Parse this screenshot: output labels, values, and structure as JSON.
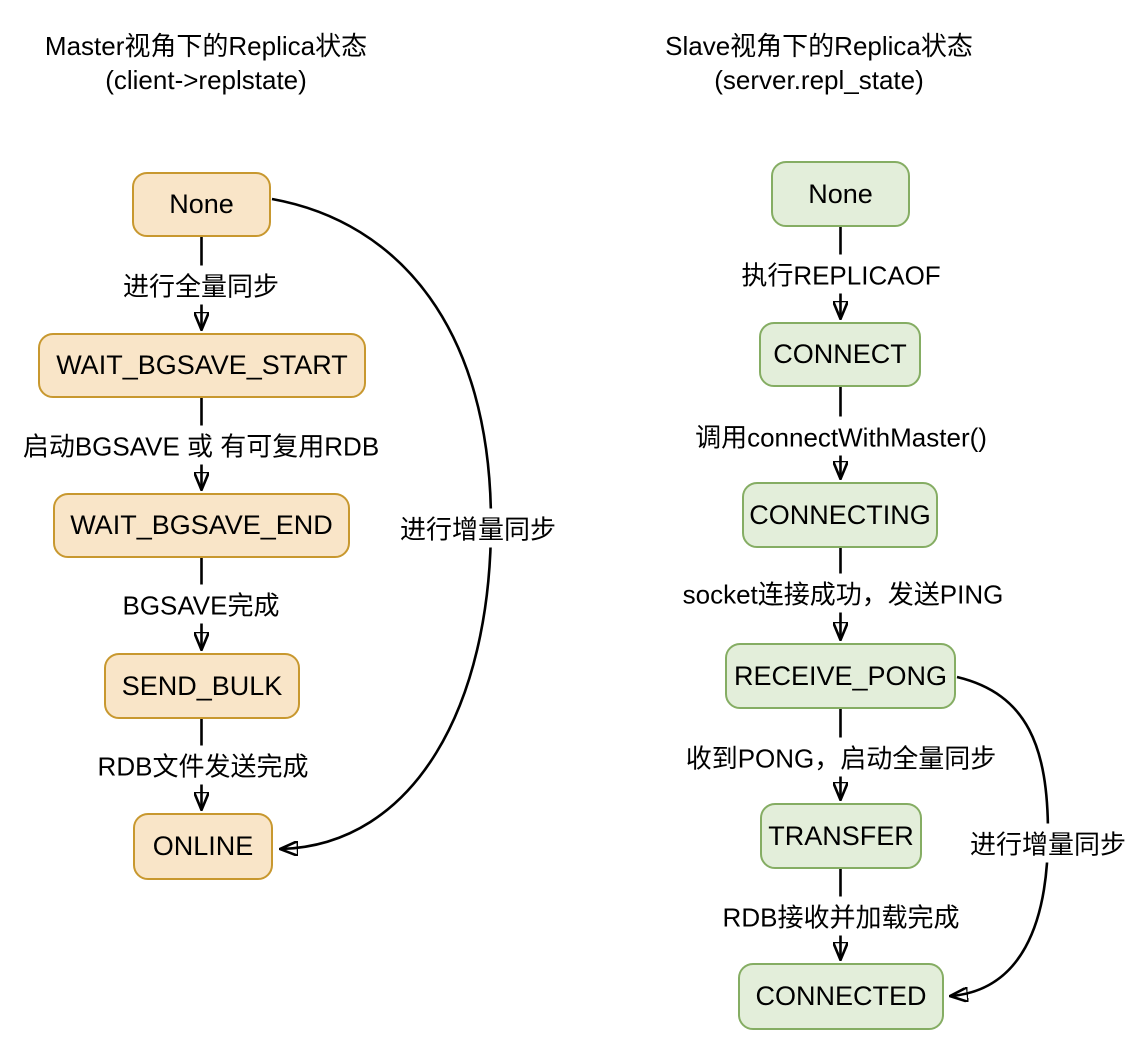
{
  "colors": {
    "master_fill": "#f9e5c8",
    "master_border": "#c8982f",
    "slave_fill": "#e3eeda",
    "slave_border": "#85ad63",
    "arrow": "#000000"
  },
  "left_diagram": {
    "title_line1": "Master视角下的Replica状态",
    "title_line2": "(client->replstate)",
    "nodes": [
      {
        "id": "none",
        "label": "None"
      },
      {
        "id": "wait_bgsave_start",
        "label": "WAIT_BGSAVE_START"
      },
      {
        "id": "wait_bgsave_end",
        "label": "WAIT_BGSAVE_END"
      },
      {
        "id": "send_bulk",
        "label": "SEND_BULK"
      },
      {
        "id": "online",
        "label": "ONLINE"
      }
    ],
    "edges": [
      {
        "from": "None",
        "to": "WAIT_BGSAVE_START",
        "label": "进行全量同步"
      },
      {
        "from": "WAIT_BGSAVE_START",
        "to": "WAIT_BGSAVE_END",
        "label": "启动BGSAVE 或 有可复用RDB"
      },
      {
        "from": "WAIT_BGSAVE_END",
        "to": "SEND_BULK",
        "label": "BGSAVE完成"
      },
      {
        "from": "SEND_BULK",
        "to": "ONLINE",
        "label": "RDB文件发送完成"
      },
      {
        "from": "None",
        "to": "ONLINE",
        "label": "进行增量同步"
      }
    ]
  },
  "right_diagram": {
    "title_line1": "Slave视角下的Replica状态",
    "title_line2": "(server.repl_state)",
    "nodes": [
      {
        "id": "none",
        "label": "None"
      },
      {
        "id": "connect",
        "label": "CONNECT"
      },
      {
        "id": "connecting",
        "label": "CONNECTING"
      },
      {
        "id": "receive_pong",
        "label": "RECEIVE_PONG"
      },
      {
        "id": "transfer",
        "label": "TRANSFER"
      },
      {
        "id": "connected",
        "label": "CONNECTED"
      }
    ],
    "edges": [
      {
        "from": "None",
        "to": "CONNECT",
        "label": "执行REPLICAOF"
      },
      {
        "from": "CONNECT",
        "to": "CONNECTING",
        "label": "调用connectWithMaster()"
      },
      {
        "from": "CONNECTING",
        "to": "RECEIVE_PONG",
        "label": "socket连接成功，发送PING"
      },
      {
        "from": "RECEIVE_PONG",
        "to": "TRANSFER",
        "label": "收到PONG，启动全量同步"
      },
      {
        "from": "TRANSFER",
        "to": "CONNECTED",
        "label": "RDB接收并加载完成"
      },
      {
        "from": "RECEIVE_PONG",
        "to": "CONNECTED",
        "label": "进行增量同步"
      }
    ]
  }
}
